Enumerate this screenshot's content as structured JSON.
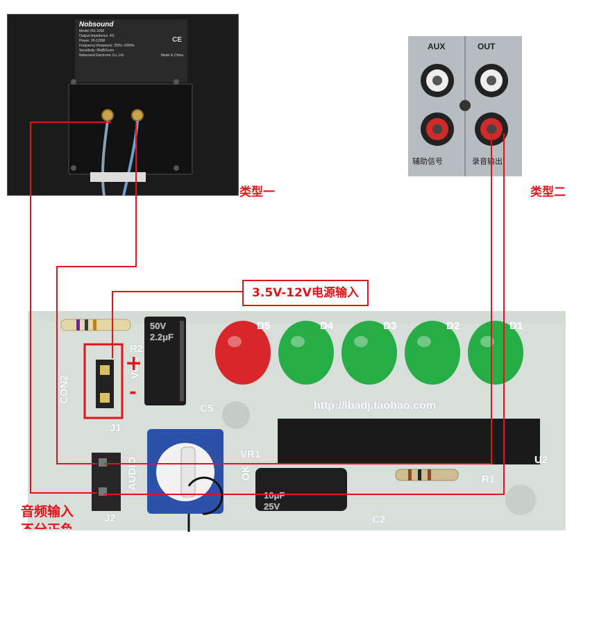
{
  "speaker_photo": {
    "brand": "Nobsound",
    "plate_lines": [
      "Model: RS-1000",
      "Output Impedance: 4Ω",
      "Power: 20-120W",
      "Frequency Response: 35Hz~20KHz",
      "Sensitivity: 86dB/1w/m"
    ],
    "marks": "CE",
    "footer_left": "Nobsound Electronic Co.,Ltd.",
    "footer_right": "Made in China"
  },
  "rca_panel": {
    "aux": "AUX",
    "out": "OUT",
    "aux_cn": "辅助信号",
    "out_cn": "录音输出"
  },
  "annotations": {
    "type1": "类型一",
    "type2": "类型二",
    "power_input": "3.5V-12V电源输入",
    "audio_input": "音频输入",
    "audio_input_2": "不分正负",
    "plus": "+",
    "minus": "-"
  },
  "pcb": {
    "url": "http://lbadj.taobao.com",
    "leds": [
      "D5",
      "D4",
      "D3",
      "D2",
      "D1"
    ],
    "led_colors": [
      "#d8161b",
      "#18a83a",
      "#18a83a",
      "#18a83a",
      "#18a83a"
    ],
    "silk": {
      "con2": "CON2",
      "r2": "R2",
      "vcc": "VCC",
      "j1": "J1",
      "j2": "J2",
      "c5": "C5",
      "vr1": "VR1",
      "u2": "U2",
      "r1": "R1",
      "c2": "C2",
      "audio": "AUDIO",
      "ok": "OK"
    },
    "cap_c5": [
      "50V",
      "2.2μF"
    ],
    "cap_c2": [
      "10μF",
      "25V"
    ]
  }
}
